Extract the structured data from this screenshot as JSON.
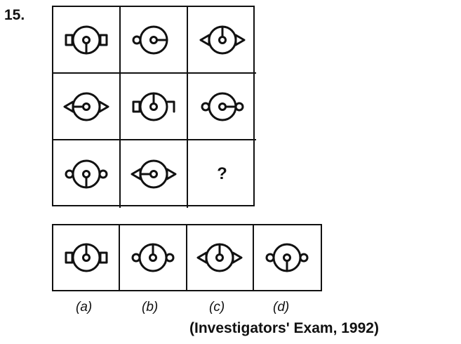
{
  "question": {
    "number": "15."
  },
  "grid": {
    "cells": [
      {
        "left": "square",
        "right": "square",
        "needle": "down"
      },
      {
        "left": "circle",
        "right": "none",
        "needle": "right"
      },
      {
        "left": "triangle",
        "right": "triangle",
        "needle": "up"
      },
      {
        "left": "triangle",
        "right": "triangle",
        "needle": "left"
      },
      {
        "left": "square",
        "right": "square-open",
        "needle": "up"
      },
      {
        "left": "circle",
        "right": "circle",
        "needle": "right"
      },
      {
        "left": "circle",
        "right": "circle",
        "needle": "down"
      },
      {
        "left": "triangle",
        "right": "triangle",
        "needle": "left"
      },
      {
        "missing": true
      }
    ],
    "missing_mark": "?"
  },
  "options": [
    {
      "label": "(a)",
      "left": "square",
      "right": "square",
      "needle": "up"
    },
    {
      "label": "(b)",
      "left": "circle",
      "right": "circle",
      "needle": "up"
    },
    {
      "label": "(c)",
      "left": "triangle",
      "right": "triangle",
      "needle": "up"
    },
    {
      "label": "(d)",
      "left": "circle",
      "right": "circle",
      "needle": "down"
    }
  ],
  "source": "(Investigators' Exam, 1992)"
}
